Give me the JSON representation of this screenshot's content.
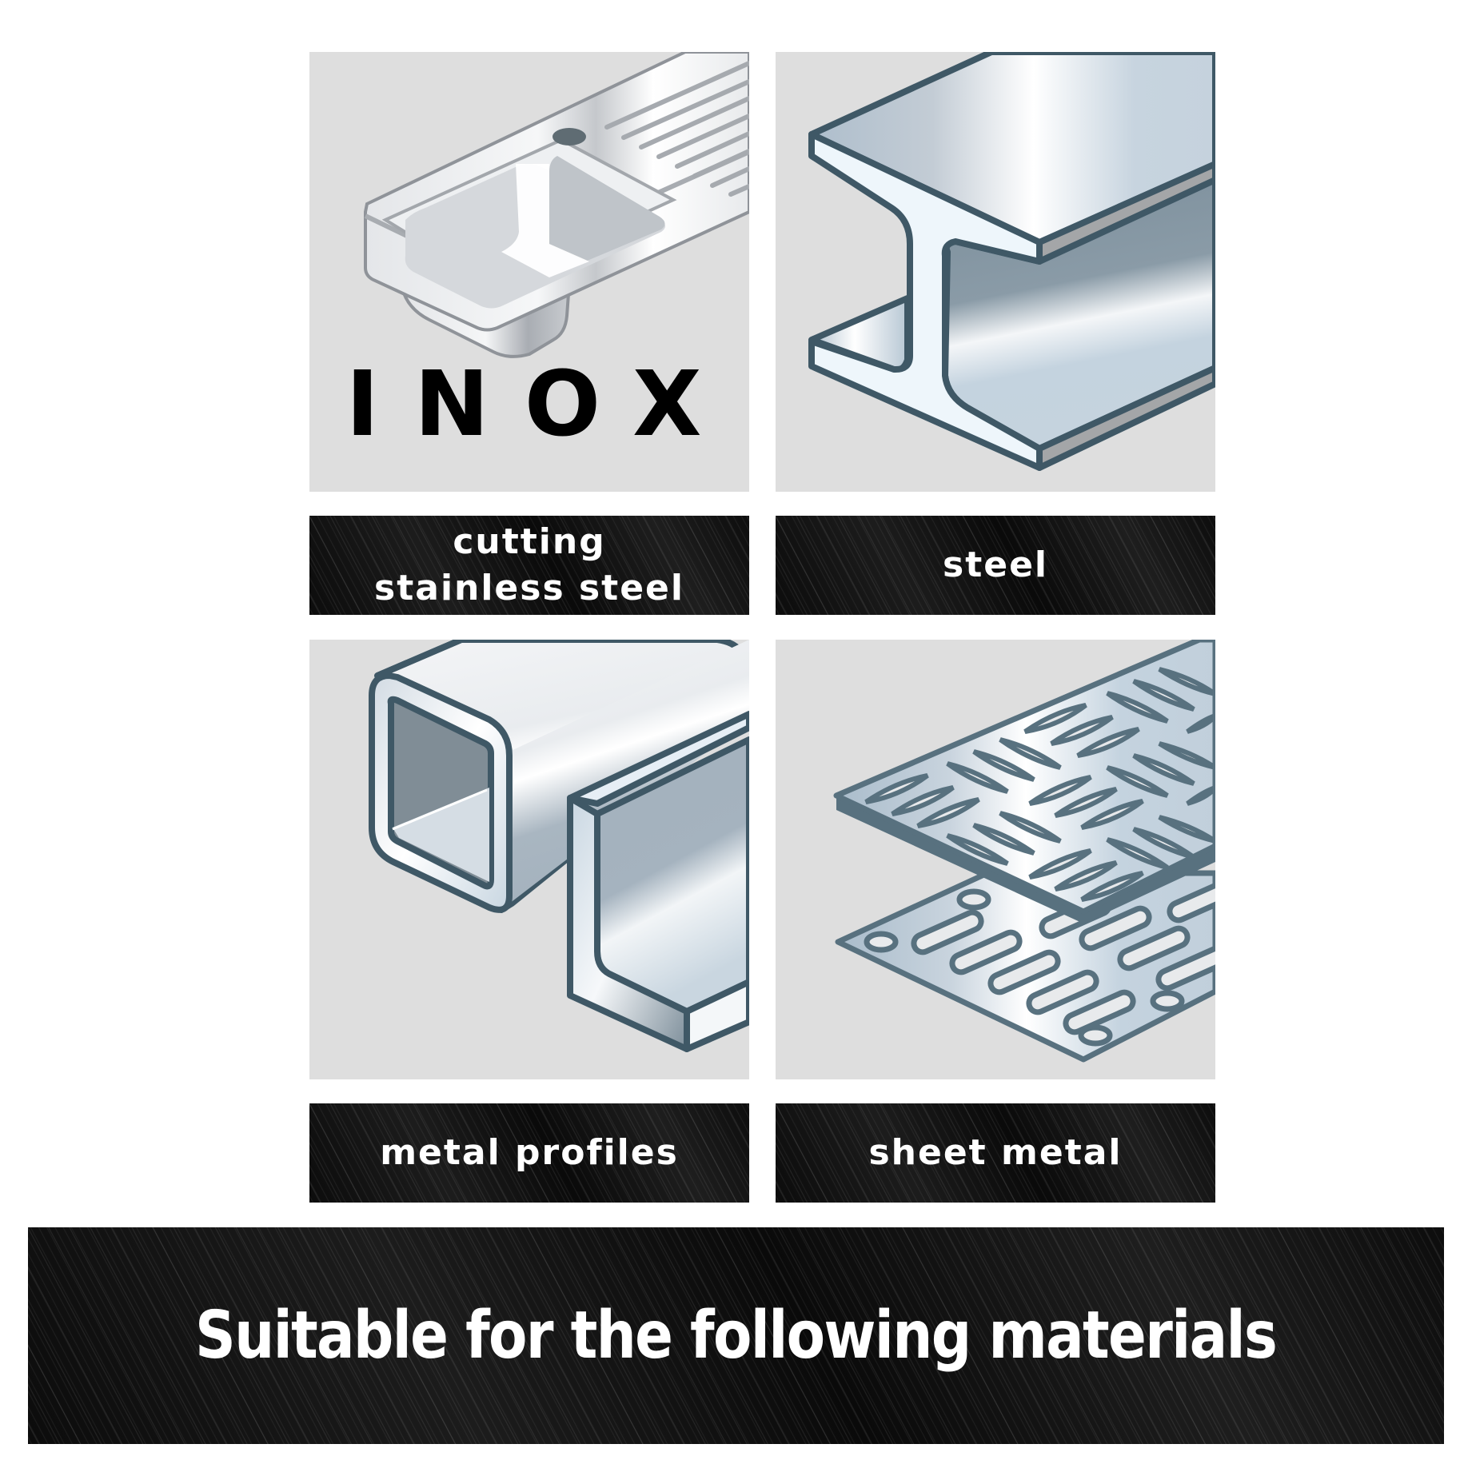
{
  "materials": [
    {
      "id": "stainless-steel",
      "icon": "stainless-steel-sink-icon",
      "icon_text": "INOX",
      "label_lines": [
        "cutting",
        "stainless steel"
      ]
    },
    {
      "id": "steel",
      "icon": "steel-i-beam-icon",
      "label_lines": [
        "steel"
      ]
    },
    {
      "id": "metal-profiles",
      "icon": "metal-profiles-icon",
      "label_lines": [
        "metal profiles"
      ]
    },
    {
      "id": "sheet-metal",
      "icon": "sheet-metal-icon",
      "label_lines": [
        "sheet metal"
      ]
    }
  ],
  "banner": {
    "text": "Suitable for the following materials"
  },
  "colors": {
    "panel_bg": "#dedede",
    "outline": "#3f5866",
    "label_bg": "#111111",
    "label_text": "#ffffff"
  }
}
